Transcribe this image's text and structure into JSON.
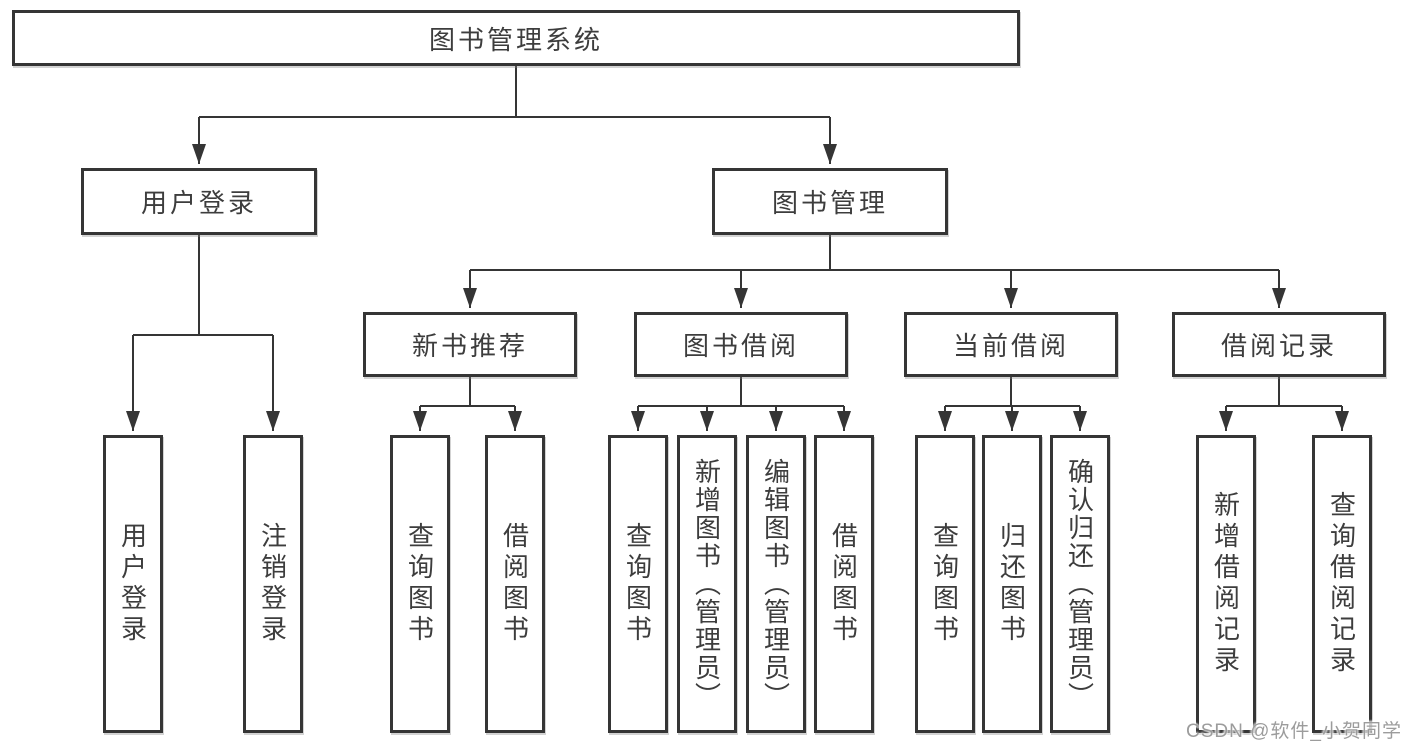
{
  "tree": {
    "root": "图书管理系统",
    "level2": [
      "用户登录",
      "图书管理"
    ],
    "level3": [
      "新书推荐",
      "图书借阅",
      "当前借阅",
      "借阅记录"
    ],
    "leaves": {
      "user_login": [
        "用户登录",
        "注销登录"
      ],
      "new_book_recommend": [
        "查询图书",
        "借阅图书"
      ],
      "book_borrow": [
        "查询图书",
        "新增图书（管理员）",
        "编辑图书（管理员）",
        "借阅图书"
      ],
      "current_borrow": [
        "查询图书",
        "归还图书",
        "确认归还（管理员）"
      ],
      "borrow_records": [
        "新增借阅记录",
        "查询借阅记录"
      ]
    }
  },
  "watermark": "CSDN @软件_小贺同学",
  "colors": {
    "line": "#353535",
    "text": "#3d3d3d",
    "background": "#ffffff",
    "watermark": "#9c9c9c"
  }
}
